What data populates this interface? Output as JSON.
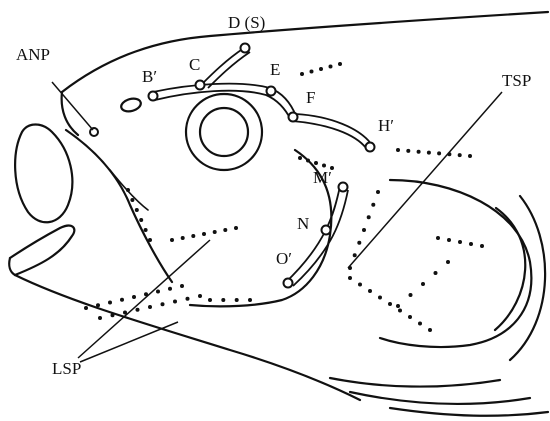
{
  "labels": {
    "anp": "ANP",
    "d_s": "D (S)",
    "b_prime": "B′",
    "c": "C",
    "e": "E",
    "f": "F",
    "h_prime": "H′",
    "tsp": "TSP",
    "m_prime": "M′",
    "n": "N",
    "o_prime": "O′",
    "lsp": "LSP"
  }
}
